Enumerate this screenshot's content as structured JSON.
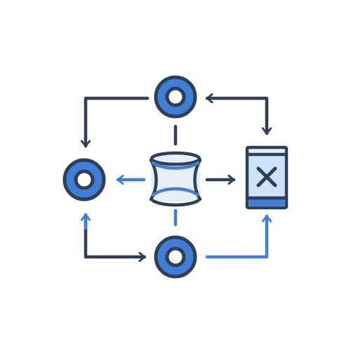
{
  "colors": {
    "outline": "#2f3f55",
    "accent_blue": "#3f7fd9",
    "light_blue": "#cfe2fb",
    "light_gray": "#e8eef5",
    "background": "#ffffff"
  },
  "diagram": {
    "nodes": [
      {
        "name": "top-node",
        "shape": "ring"
      },
      {
        "name": "left-node",
        "shape": "ring"
      },
      {
        "name": "bottom-node",
        "shape": "ring"
      },
      {
        "name": "center-node",
        "shape": "cylinder"
      },
      {
        "name": "right-node",
        "shape": "device-with-x"
      }
    ],
    "edges": [
      {
        "name": "top-to-left",
        "from": "top-node",
        "to": "left-node",
        "style": "arrow"
      },
      {
        "name": "right-to-top",
        "from": "right-node",
        "to": "top-node",
        "style": "double-arrow"
      },
      {
        "name": "center-to-left",
        "from": "center-node",
        "to": "left-node",
        "style": "arrow"
      },
      {
        "name": "center-to-right",
        "from": "center-node",
        "to": "right-node",
        "style": "arrow"
      },
      {
        "name": "left-to-bottom",
        "from": "left-node",
        "to": "bottom-node",
        "style": "double-arrow"
      },
      {
        "name": "bottom-to-right",
        "from": "bottom-node",
        "to": "right-node",
        "style": "arrow"
      },
      {
        "name": "top-to-center",
        "from": "top-node",
        "to": "center-node",
        "style": "dashed"
      },
      {
        "name": "center-to-bottom",
        "from": "center-node",
        "to": "bottom-node",
        "style": "dashed"
      }
    ],
    "icons": {
      "ring": "ring-icon",
      "cylinder": "cylinder-icon",
      "device": "mobile-device-icon",
      "x_mark": "x-mark-icon"
    }
  }
}
